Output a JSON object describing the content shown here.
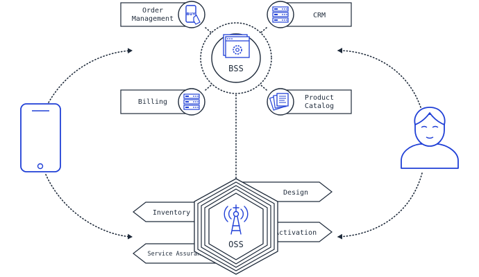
{
  "colors": {
    "ink": "#1e2a3a",
    "accent": "#1f3fd6"
  },
  "bss": {
    "label": "BSS",
    "icon": "browser-gear-icon",
    "modules": {
      "order_management": {
        "line1": "Order",
        "line2": "Management",
        "icon": "buy-phone-icon"
      },
      "crm": {
        "label": "CRM",
        "icon": "server-rack-icon"
      },
      "billing": {
        "label": "Billing",
        "icon": "server-rack-icon"
      },
      "product_catalog": {
        "line1": "Product",
        "line2": "Catalog",
        "icon": "catalog-documents-icon"
      }
    }
  },
  "oss": {
    "label": "OSS",
    "icon": "cell-tower-icon",
    "modules": {
      "design": {
        "label": "Design"
      },
      "inventory": {
        "label": "Inventory"
      },
      "activation": {
        "label": "Activation"
      },
      "service_assurance": {
        "label": "Service Assurance"
      }
    }
  },
  "actors": {
    "device": {
      "icon": "smartphone-icon"
    },
    "user": {
      "icon": "user-avatar-icon"
    }
  }
}
